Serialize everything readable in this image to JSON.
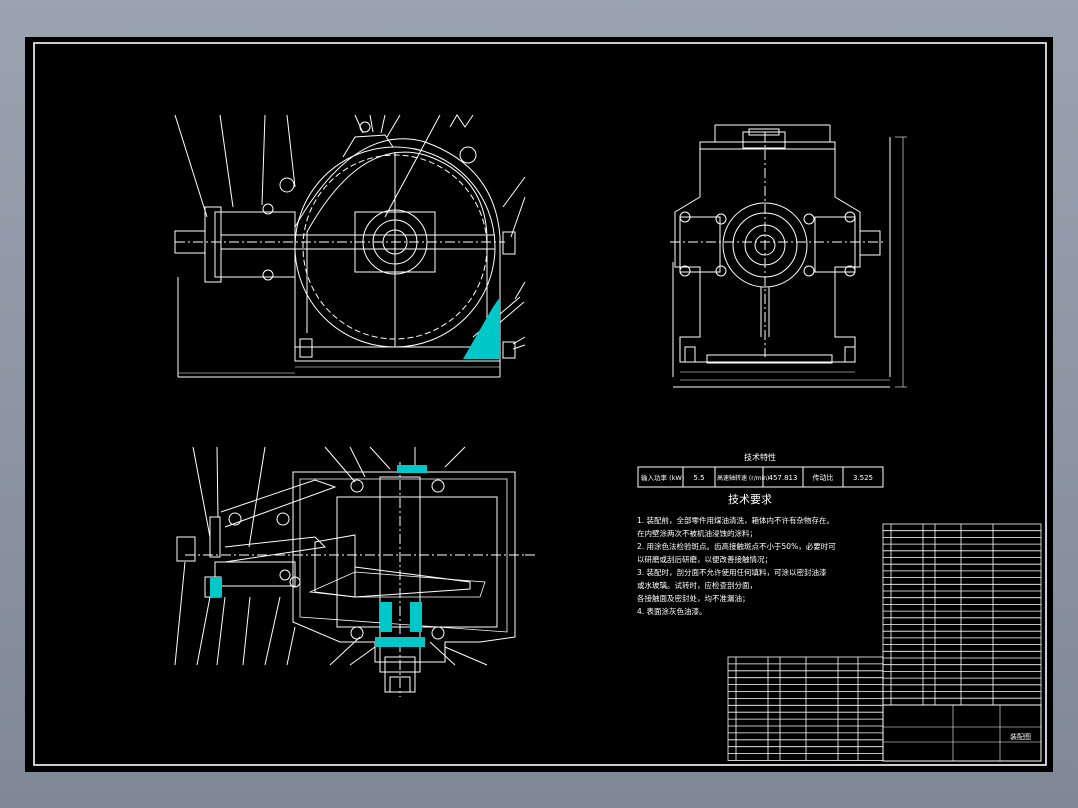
{
  "drawing": {
    "tech_params": {
      "heading": "技术特性",
      "cells": [
        "输入功率 (kW)",
        "5.5",
        "高速轴转速 (r/min)",
        "457.813",
        "传动比",
        "3.525"
      ]
    },
    "tech_requirements": {
      "heading": "技术要求",
      "lines": [
        "1. 装配前，全部零件用煤油清洗，箱体内不许有杂物存在。",
        "在内壁涂两次不被机油浸蚀的涂料；",
        "2. 用涂色法检验斑点。齿高接触斑点不小于50%，必要时可",
        "以研磨或刮后研磨，以便改善接触情况；",
        "3. 装配时，剖分面不允许使用任何填料，可涂以密封油漆",
        "或水玻璃。试转时，应检查剖分面，",
        "各接触面及密封处，均不准漏油；",
        "4. 表面涂灰色油漆。"
      ]
    },
    "title_block": {
      "label_mark": "装配图"
    }
  },
  "colors": {
    "background": "#000000",
    "line": "#ffffff",
    "section_fill": "#00c8c8",
    "frame": "#8c95a3"
  }
}
